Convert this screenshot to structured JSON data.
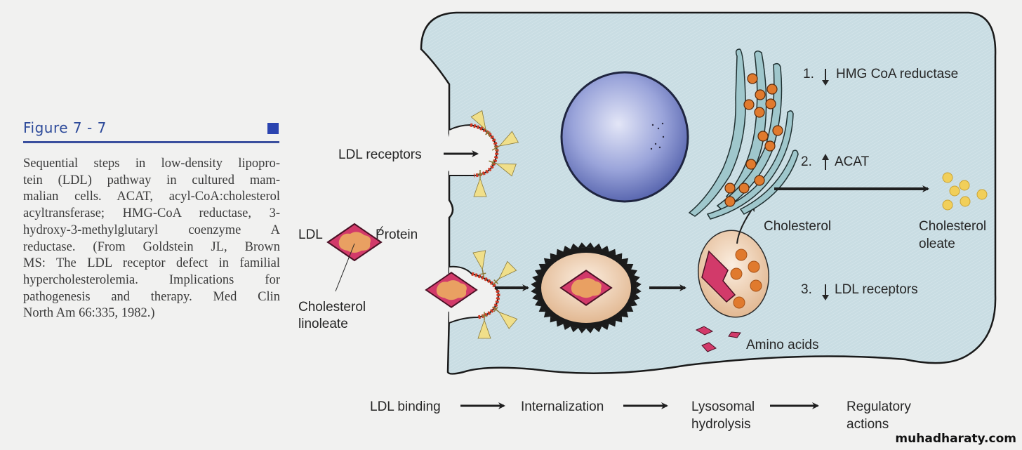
{
  "figure": {
    "title": "Figure 7 - 7",
    "caption_lines": [
      "Sequential steps in low-density lipopro-",
      "tein (LDL) pathway in cultured mam-",
      "malian cells. ACAT, acyl-CoA:cholesterol",
      "acyltransferase; HMG-CoA reductase, 3-",
      "hydroxy-3-methylglutaryl coenzyme A",
      "reductase. (From Goldstein JL, Brown",
      "MS: The LDL receptor defect in familial",
      "hypercholesterolemia. Implications for",
      "pathogenesis and therapy. Med Clin",
      "North Am 66:335, 1982.)"
    ]
  },
  "diagram": {
    "labels": {
      "ldl_receptors": "LDL receptors",
      "ldl": "LDL",
      "protein": "Protein",
      "cholesterol_linoleate_1": "Cholesterol",
      "cholesterol_linoleate_2": "linoleate",
      "cholesterol": "Cholesterol",
      "cholesterol_oleate_1": "Cholesterol",
      "cholesterol_oleate_2": "oleate",
      "amino_acids": "Amino acids"
    },
    "regulatory_effects": [
      {
        "num": "1.",
        "direction": "down",
        "label": "HMG CoA reductase"
      },
      {
        "num": "2.",
        "direction": "up",
        "label": "ACAT"
      },
      {
        "num": "3.",
        "direction": "down",
        "label": "LDL receptors"
      }
    ],
    "steps": [
      {
        "line1": "LDL binding",
        "line2": ""
      },
      {
        "line1": "Internalization",
        "line2": ""
      },
      {
        "line1": "Lysosomal",
        "line2": "hydrolysis"
      },
      {
        "line1": "Regulatory",
        "line2": "actions"
      }
    ],
    "colors": {
      "cell_fill": "#c9dde3",
      "nucleus": "#6f7fc4",
      "er": "#9fc7cc",
      "droplet_orange": "#e07a2e",
      "oleate_yellow": "#f1cf5a",
      "ldl_pink": "#d23a6a",
      "ldl_core": "#e9a062",
      "receptor_yellow": "#f0df8a",
      "pit_red": "#d23a25",
      "vesicle_fill": "#efd5bc",
      "title_blue": "#2d4a9a"
    }
  },
  "watermark": "muhadharaty.com"
}
